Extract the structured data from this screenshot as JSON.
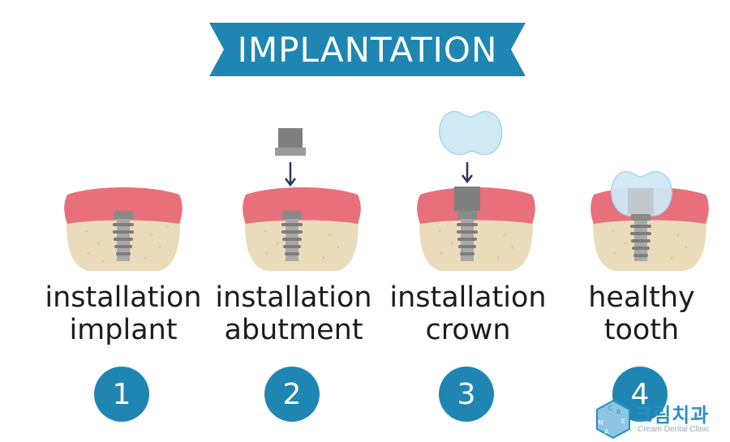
{
  "title": "IMPLANTATION",
  "colors": {
    "banner": "#1f86b3",
    "gum": "#e8707a",
    "bone": "#eadcbb",
    "implant": "#9a9a9a",
    "crown": "#cfe9f5",
    "number_circle": "#1f86b3",
    "arrow": "#2b3a55"
  },
  "steps": [
    {
      "number": "1",
      "line1": "installation",
      "line2": "implant"
    },
    {
      "number": "2",
      "line1": "installation",
      "line2": "abutment"
    },
    {
      "number": "3",
      "line1": "installation",
      "line2": "crown"
    },
    {
      "number": "4",
      "line1": "healthy",
      "line2": "tooth"
    }
  ],
  "watermark": {
    "korean": "크림치과",
    "english": "Cream Dental Clinic",
    "logo_letters": [
      "C",
      "R",
      "E",
      "A",
      "M"
    ]
  }
}
